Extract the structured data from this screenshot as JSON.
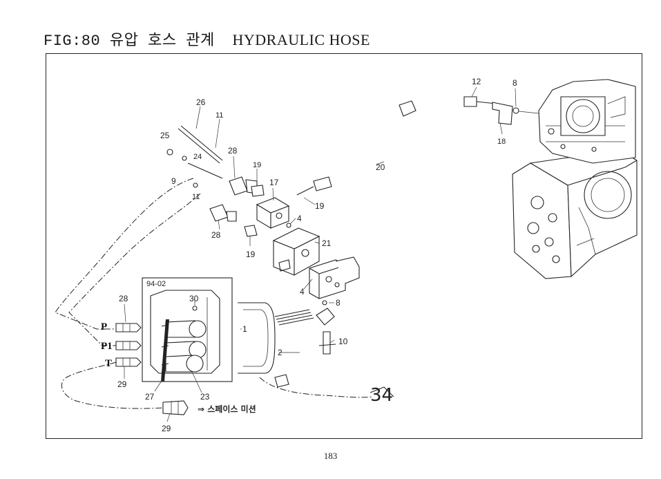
{
  "header": {
    "fig_code": "FIG:80",
    "title_kr": "유압 호스 관계",
    "title_en": "HYDRAULIC HOSE"
  },
  "diagram": {
    "part_labels": [
      "26",
      "11",
      "25",
      "24",
      "28",
      "19",
      "9",
      "11",
      "17",
      "20",
      "19",
      "28",
      "4",
      "21",
      "19",
      "12",
      "8",
      "18",
      "4",
      "8",
      "30",
      "28",
      "10",
      "2",
      "1",
      "27",
      "23",
      "29",
      "29"
    ],
    "inset_label": "94-02",
    "ports": [
      "P",
      "P1",
      "T"
    ],
    "handwritten_number": "34",
    "annotation": "⇒ 스페이스 미션"
  },
  "footer": {
    "page_number": "183"
  }
}
